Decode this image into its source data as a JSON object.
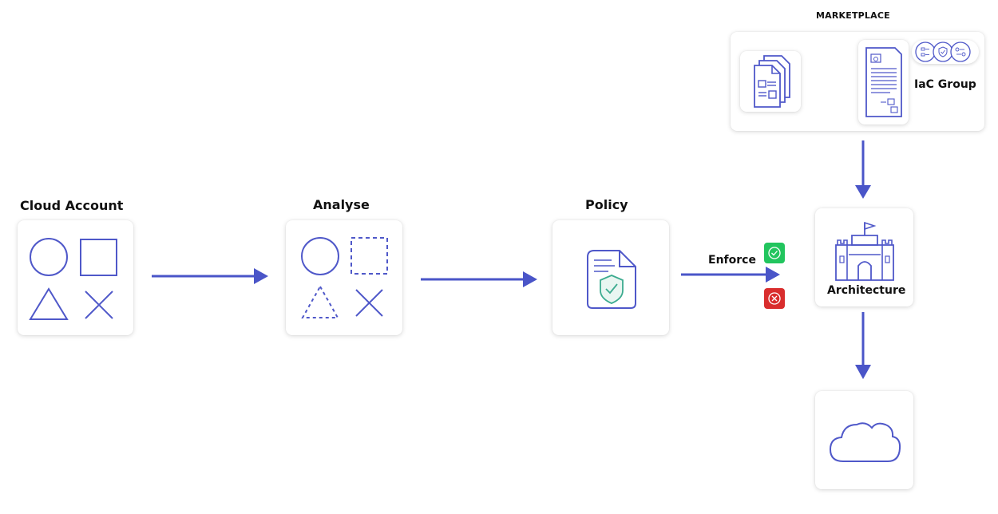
{
  "colors": {
    "accent": "#4f58c9",
    "arrow": "#4a55c8",
    "success": "#22c55e",
    "error": "#d92d2d",
    "shield": "#3cab8f"
  },
  "nodes": {
    "cloud_account": {
      "title": "Cloud Account",
      "icon": "shapes-icon"
    },
    "analyse": {
      "title": "Analyse",
      "icon": "dashed-shapes-icon"
    },
    "policy": {
      "title": "Policy",
      "icon": "policy-document-icon"
    },
    "marketplace": {
      "title": "MARKETPLACE",
      "group_label": "IaC Group"
    },
    "architecture": {
      "label": "Architecture",
      "icon": "castle-icon"
    },
    "cloud": {
      "icon": "cloud-icon"
    }
  },
  "edges": {
    "enforce": {
      "label": "Enforce"
    }
  },
  "badges": {
    "pass": "check-icon",
    "fail": "close-icon"
  }
}
